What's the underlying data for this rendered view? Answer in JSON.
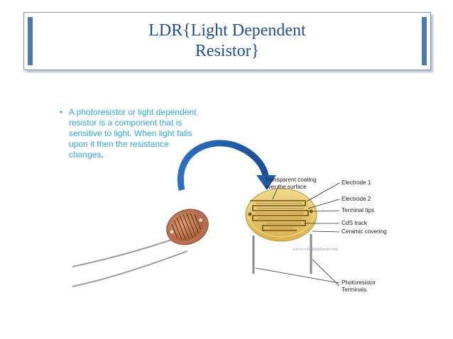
{
  "slide": {
    "title_line1": "LDR{Light Dependent",
    "title_line2": "Resistor}",
    "bullet_symbol": "•",
    "bullet_text": "A photoresistor or light dependent resistor is a component that is sensitive to light. When light falls upon it then the resistance changes",
    "bullet_end": "."
  },
  "diagram": {
    "labels": {
      "coating_line1": "Transparent coating",
      "coating_line2": "over the surface",
      "electrode1": "Electrode 1",
      "electrode2": "Electrode 2",
      "terminal_tips": "Terminal tips",
      "cds_track": "CdS track",
      "ceramic": "Ceramic covering",
      "terminals_line1": "Photoresistor",
      "terminals_line2": "Terminals"
    },
    "watermark": "www.robotplatform.com"
  },
  "colors": {
    "title": "#1e4e8c",
    "accent_bar": "#4d7aa8",
    "bullet_text": "#2aa6dc",
    "arrow": "#1f5ca8",
    "ceramic": "#e6c56a",
    "track": "#7a5a1c"
  }
}
